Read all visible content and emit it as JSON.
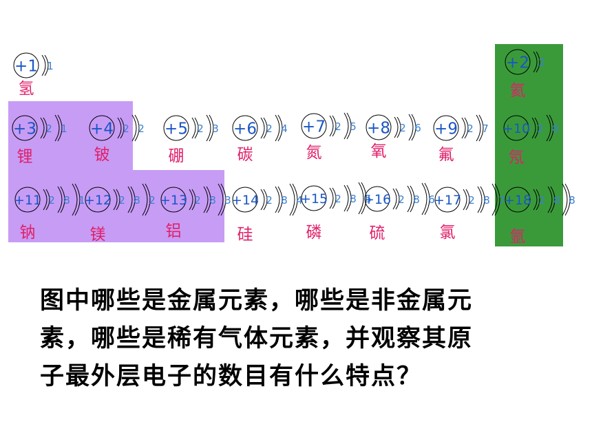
{
  "colors": {
    "metal_region": "#c79cf5",
    "noble_gas_region": "#3a9a3a",
    "nucleus_text": "#1a56c4",
    "electron_text": "#3a7fd0",
    "name_text": "#e0206a",
    "shell_line": "#000000",
    "question_text": "#000000"
  },
  "atoms": [
    {
      "charge": "+1",
      "electrons": [
        "1"
      ],
      "name": "氢"
    },
    {
      "charge": "+2",
      "electrons": [
        "2"
      ],
      "name": "氦"
    },
    {
      "charge": "+3",
      "electrons": [
        "2",
        "1"
      ],
      "name": "锂"
    },
    {
      "charge": "+4",
      "electrons": [
        "2",
        "2"
      ],
      "name": "铍"
    },
    {
      "charge": "+5",
      "electrons": [
        "2",
        "3"
      ],
      "name": "硼"
    },
    {
      "charge": "+6",
      "electrons": [
        "2",
        "4"
      ],
      "name": "碳"
    },
    {
      "charge": "+7",
      "electrons": [
        "2",
        "5"
      ],
      "name": "氮"
    },
    {
      "charge": "+8",
      "electrons": [
        "2",
        "6"
      ],
      "name": "氧"
    },
    {
      "charge": "+9",
      "electrons": [
        "2",
        "7"
      ],
      "name": "氟"
    },
    {
      "charge": "+10",
      "electrons": [
        "2",
        "8"
      ],
      "name": "氖"
    },
    {
      "charge": "+11",
      "electrons": [
        "2",
        "8",
        "1"
      ],
      "name": "钠"
    },
    {
      "charge": "+12",
      "electrons": [
        "2",
        "8",
        "2"
      ],
      "name": "镁"
    },
    {
      "charge": "+13",
      "electrons": [
        "2",
        "8",
        "3"
      ],
      "name": "铝"
    },
    {
      "charge": "+14",
      "electrons": [
        "2",
        "8",
        "4"
      ],
      "name": "硅"
    },
    {
      "charge": "+15",
      "electrons": [
        "2",
        "8",
        "5"
      ],
      "name": "磷"
    },
    {
      "charge": "+16",
      "electrons": [
        "2",
        "8",
        "6"
      ],
      "name": "硫"
    },
    {
      "charge": "+17",
      "electrons": [
        "2",
        "8",
        "7"
      ],
      "name": "氯"
    },
    {
      "charge": "+18",
      "electrons": [
        "2",
        "8",
        "8"
      ],
      "name": "氩"
    }
  ],
  "question": {
    "line1": "图中哪些是金属元素，哪些是非金属元",
    "line2": "素，哪些是稀有气体元素，并观察其原",
    "line3": "子最外层电子的数目有什么特点？"
  }
}
